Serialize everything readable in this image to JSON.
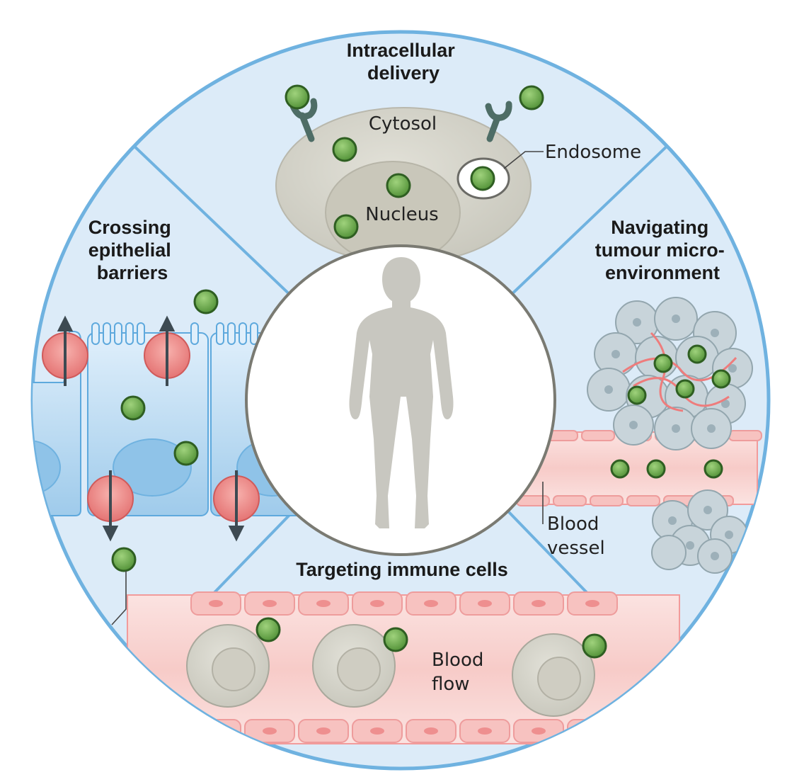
{
  "colors": {
    "background": "#ffffff",
    "outer_ring": "#dcebf8",
    "ring_border": "#6fb2e0",
    "center_circle": "#ffffff",
    "center_border": "#7a7a72",
    "human_figure": "#c8c7c0",
    "nanoparticle": "#6aa84f",
    "nanoparticle_border": "#2f5f22",
    "cell_body": "#d3d2c8",
    "nucleus": "#c5c3b6",
    "receptor": "#4e6d66",
    "epithelial_cell": "#bcdcf3",
    "transporter": "#ef8a8a",
    "vessel": "#f7c9c9",
    "vessel_wall": "#f29b9b",
    "tumour_cell": "#c5d2d8",
    "immune_cell": "#d6d5cc"
  },
  "sections": {
    "intracellular": {
      "title": [
        "Intracellular",
        "delivery"
      ],
      "cytosol_label": "Cytosol",
      "nucleus_label": "Nucleus",
      "endosome_label": "Endosome"
    },
    "epithelial": {
      "title": [
        "Crossing",
        "epithelial",
        "barriers"
      ]
    },
    "tumour": {
      "title": [
        "Navigating",
        "tumour micro-",
        "environment"
      ],
      "vessel_label": [
        "Blood",
        "vessel"
      ]
    },
    "immune": {
      "title": "Targeting immune cells",
      "flow_label": [
        "Blood",
        "flow"
      ]
    }
  },
  "icons": {
    "center": "human-figure-icon",
    "particle": "nanoparticle-icon",
    "receptor": "receptor-icon",
    "transporter": "transporter-icon"
  }
}
